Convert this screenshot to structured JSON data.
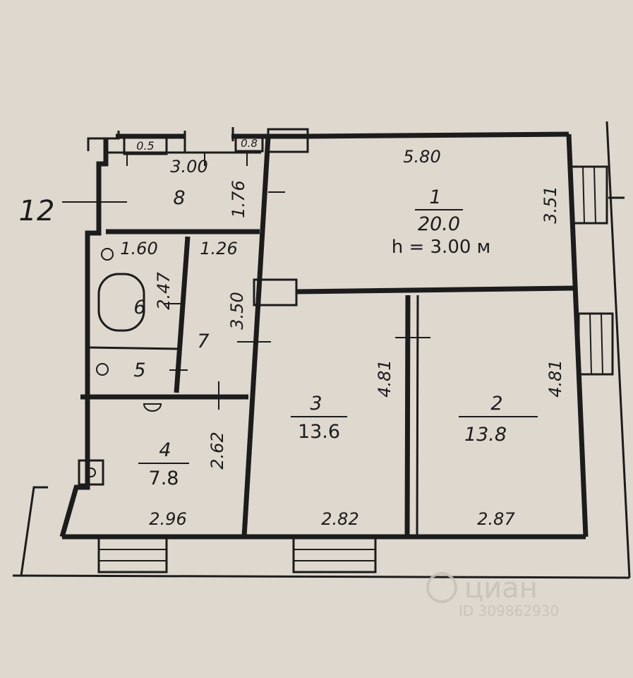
{
  "floor_plan": {
    "ceiling_height": "h = 3.00 м",
    "building_ref": "12",
    "rooms": [
      {
        "number": "1",
        "area": "20.0",
        "length": "5.80",
        "width": "3.51"
      },
      {
        "number": "2",
        "area": "13.8",
        "length": "2.87",
        "width": "4.81"
      },
      {
        "number": "3",
        "area": "13.6",
        "length": "2.82",
        "width": "4.81"
      },
      {
        "number": "4",
        "area": "7.8",
        "length": "2.96",
        "width": "2.62"
      },
      {
        "number": "5"
      },
      {
        "number": "6",
        "length": "1.60",
        "width": "2.47"
      },
      {
        "number": "7",
        "length": "1.26",
        "width": "3.50"
      },
      {
        "number": "8",
        "length": "3.00",
        "width": "1.76"
      }
    ],
    "small_labels": [
      "0.5",
      "0.8"
    ]
  },
  "watermark": {
    "brand": "циан",
    "id": "ID 309862930"
  }
}
